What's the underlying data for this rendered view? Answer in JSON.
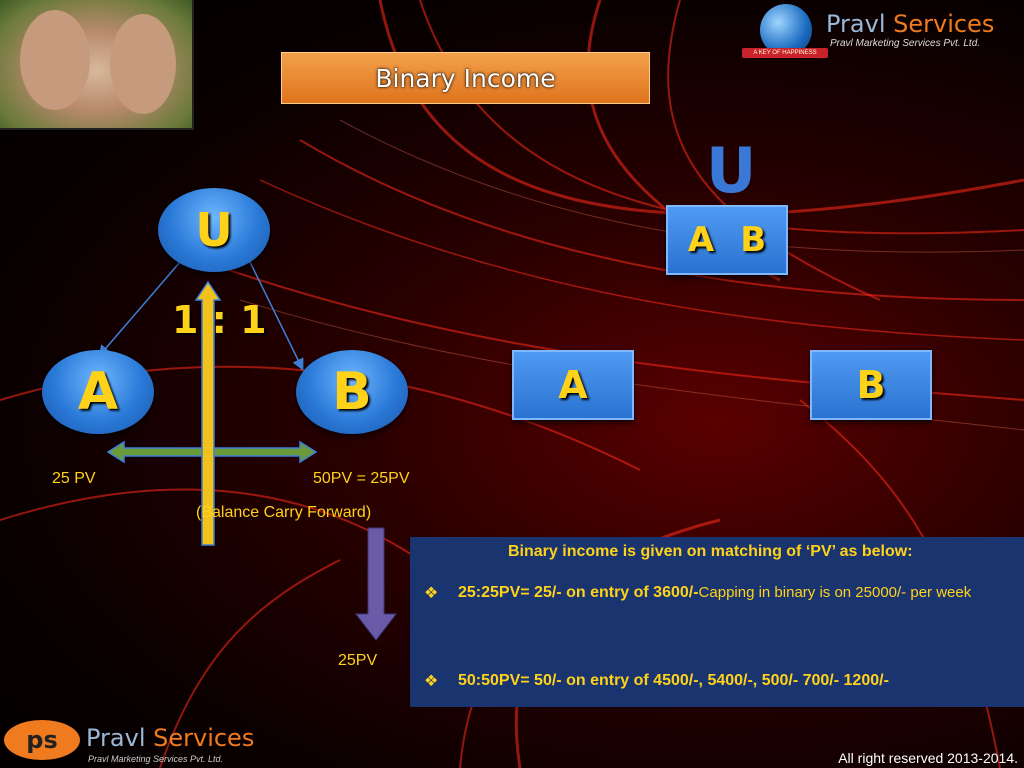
{
  "header": {
    "title": "Binary Income",
    "brand_primary": "Pravl ",
    "brand_accent": "Services",
    "brand_subtitle": "Pravl Marketing Services Pvt. Ltd.",
    "ribbon": "A KEY OF HAPPINESS"
  },
  "left_tree": {
    "top": "U",
    "left": "A",
    "right": "B",
    "ratio": "1 : 1",
    "left_pv": "25 PV",
    "right_pv": "50PV = 25PV",
    "carry": "(Balance Carry Forward)",
    "carry_result": "25PV"
  },
  "right_tree": {
    "top": "U",
    "pair_left": "A",
    "pair_right": "B",
    "child_left": "A",
    "child_right": "B"
  },
  "info_box": {
    "heading": "Binary income is given on matching of ‘PV’ as below:",
    "bullet_symbol": "❖",
    "item1_bold": "25:25PV= 25/- on entry of 3600/-",
    "item1_rest": "Capping in binary is on 25000/- per week",
    "item2_bold": "50:50PV= 50/- on entry of 4500/-, 5400/-, 500/- 700/- 1200/-"
  },
  "footer": {
    "logo_letters": "ps",
    "brand_primary": "Pravl ",
    "brand_accent": "Services",
    "brand_subtitle": "Pravl Marketing Services Pvt. Ltd.",
    "copyright": "All right reserved 2013-2014."
  },
  "colors": {
    "accent_orange": "#f07b1f",
    "label_yellow": "#ffd21a",
    "oval_blue": "#2a7ad8",
    "info_bg": "#1a3470"
  }
}
